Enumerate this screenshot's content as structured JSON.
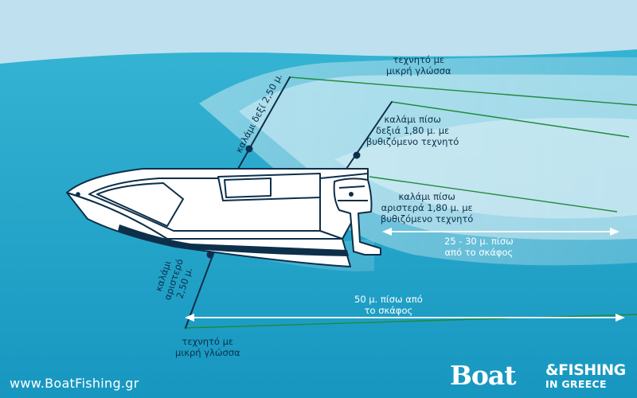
{
  "labels": {
    "lure_top_right": [
      "τεχνητό με",
      "μικρή γλώσσα"
    ],
    "rod_right_front": "καλάμι δεξί 2,50 μ.",
    "rod_rear_right": [
      "καλάμι πίσω",
      "δεξιά 1,80 μ. με",
      "βυθιζόμενο τεχνητό"
    ],
    "rod_rear_left": [
      "καλάμι πίσω",
      "αριστερά 1,80 μ. με",
      "βυθιζόμενο τεχνητό"
    ],
    "distance_short": [
      "25 - 30 μ. πίσω",
      "από το σκάφος"
    ],
    "rod_left_front": [
      "καλάμι",
      "αριστερό",
      "2,50 μ."
    ],
    "distance_long": [
      "50 μ. πίσω από",
      "το σκάφος"
    ],
    "lure_bottom_left": [
      "τεχνητό με",
      "μικρή γλώσσα"
    ]
  },
  "footer": {
    "website": "www.BoatFishing.gr",
    "logo_boat": "Boat",
    "logo_fishing": "&FISHING",
    "logo_greece": "IN GREECE"
  },
  "colors": {
    "sea": "#2aaed0",
    "sea_deep": "#1b9cc4",
    "sky": "#bfe0ee",
    "wake": "#cfe9f2",
    "line": "#1f8a3c",
    "boat_outline": "#0d2f4a",
    "stripe": "#0d2f4a"
  }
}
